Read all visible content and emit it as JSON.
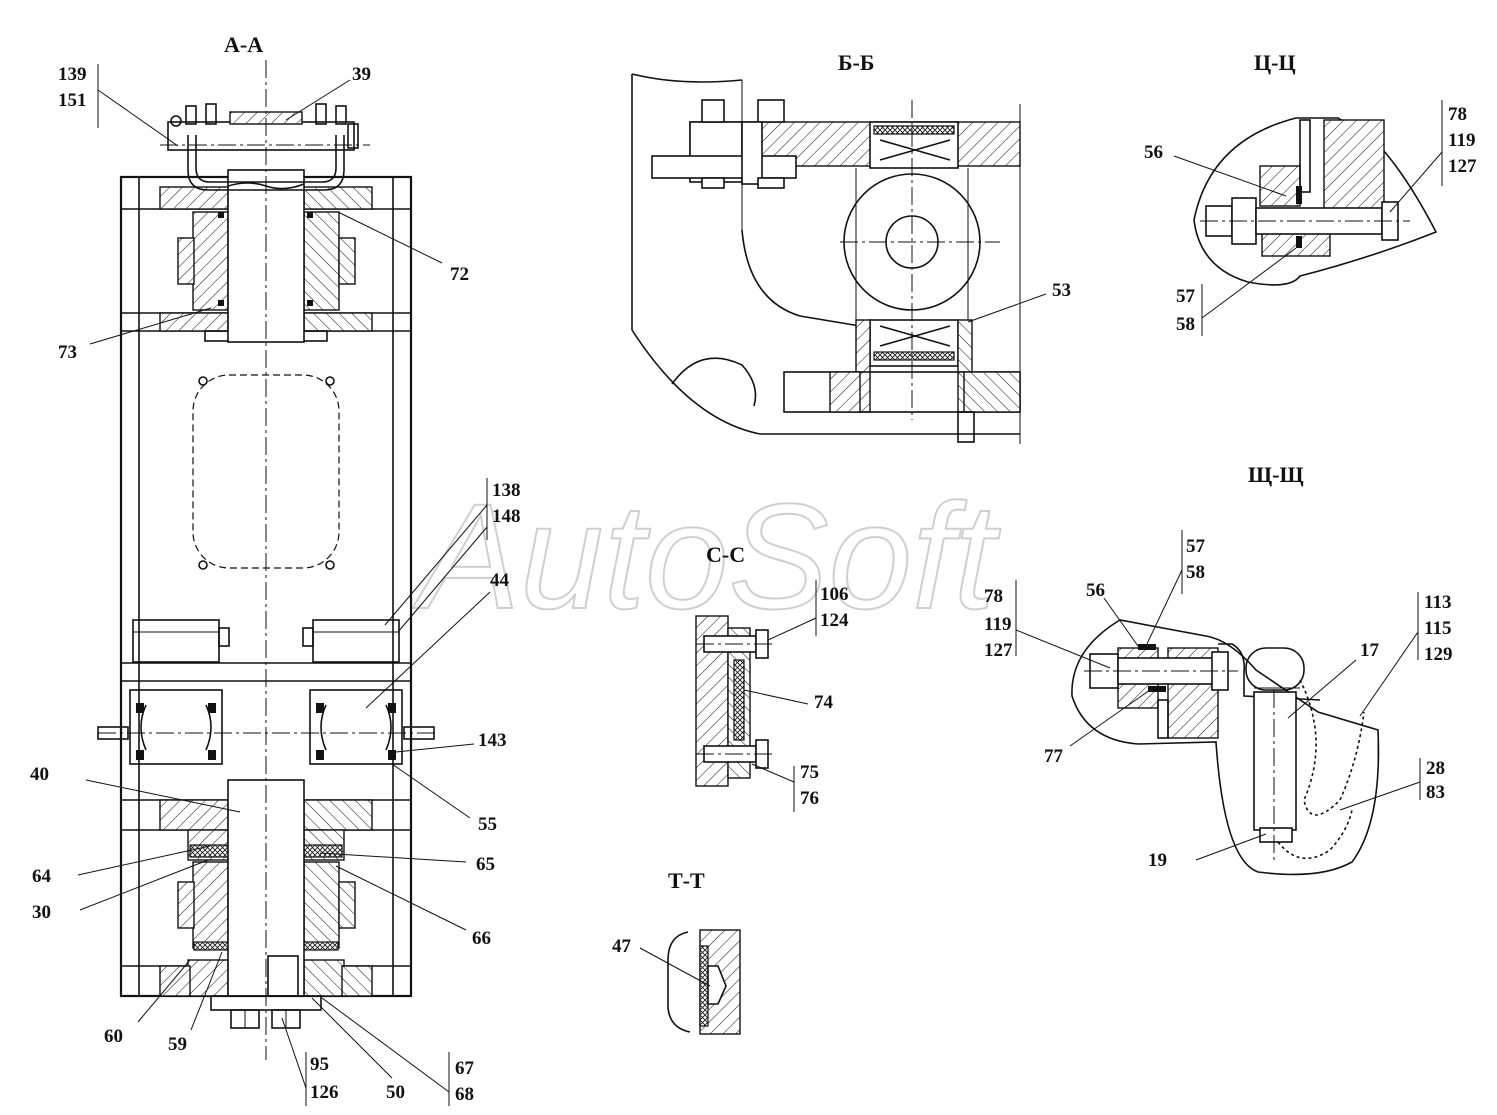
{
  "watermark": "AutoSoft",
  "views": {
    "aa": {
      "title": "А-А"
    },
    "bb": {
      "title": "Б-Б"
    },
    "tsts": {
      "title": "Ц-Ц"
    },
    "shsh": {
      "title": "Щ-Щ"
    },
    "ss": {
      "title": "С-С"
    },
    "tt": {
      "title": "Т-Т"
    }
  },
  "callouts": {
    "aa": [
      "139",
      "151",
      "39",
      "72",
      "73",
      "138",
      "148",
      "44",
      "143",
      "40",
      "55",
      "64",
      "65",
      "30",
      "66",
      "60",
      "59",
      "50",
      "95",
      "126",
      "67",
      "68"
    ],
    "bb": [
      "53"
    ],
    "tsts": [
      "56",
      "78",
      "119",
      "127",
      "57",
      "58"
    ],
    "shsh": [
      "57",
      "58",
      "78",
      "119",
      "127",
      "56",
      "113",
      "115",
      "129",
      "17",
      "77",
      "28",
      "83",
      "19"
    ],
    "ss": [
      "106",
      "124",
      "74",
      "75",
      "76"
    ],
    "tt": [
      "47"
    ]
  }
}
